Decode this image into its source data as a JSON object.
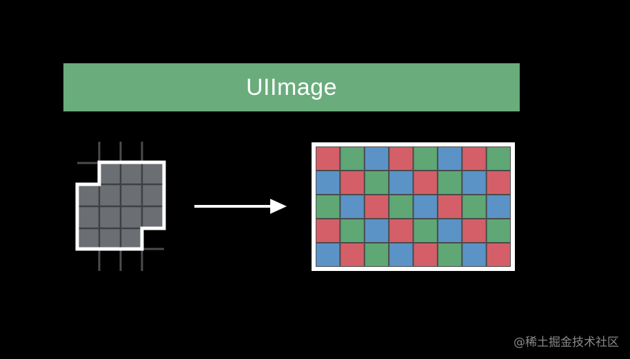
{
  "banner": {
    "label": "UIImage",
    "color": "#6aac7c"
  },
  "pixel_shape": {
    "fill": "#6b6e72",
    "border": "#ffffff",
    "gridline": "#3e4043"
  },
  "color_grid": {
    "rows": 5,
    "cols": 8,
    "border": "#ffffff",
    "gap_color": "#4a4a4a",
    "colors": {
      "R": "#d45f68",
      "G": "#5fa774",
      "B": "#5b93c7"
    },
    "pattern": [
      [
        "R",
        "G",
        "B",
        "R",
        "G",
        "B",
        "R",
        "G"
      ],
      [
        "B",
        "R",
        "G",
        "B",
        "R",
        "G",
        "B",
        "R"
      ],
      [
        "G",
        "B",
        "R",
        "G",
        "B",
        "R",
        "G",
        "B"
      ],
      [
        "R",
        "G",
        "B",
        "R",
        "G",
        "B",
        "R",
        "G"
      ],
      [
        "B",
        "R",
        "G",
        "B",
        "R",
        "G",
        "B",
        "R"
      ]
    ]
  },
  "arrow": {
    "color": "#ffffff"
  },
  "watermark": "@稀土掘金技术社区"
}
